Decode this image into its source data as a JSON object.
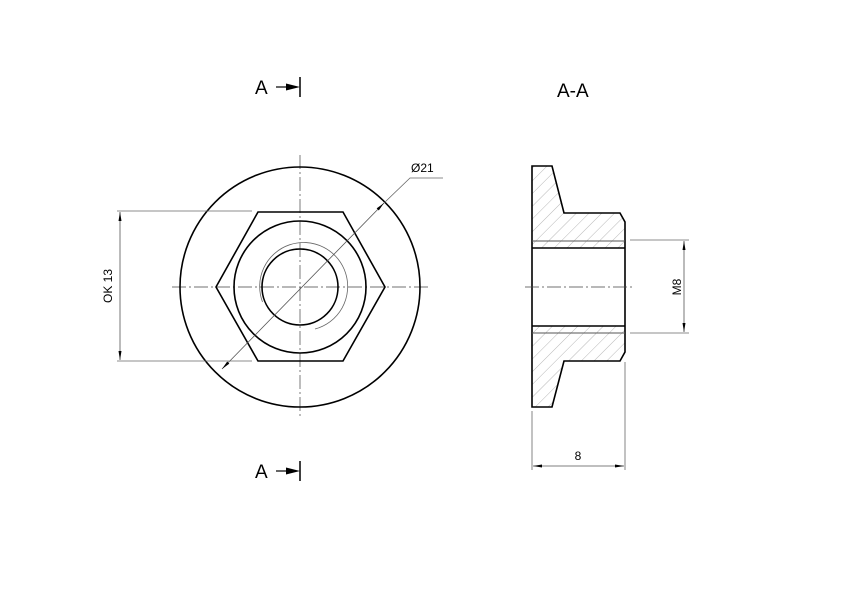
{
  "drawing": {
    "section_marker_top": {
      "letter": "A"
    },
    "section_marker_bottom": {
      "letter": "A"
    },
    "section_title": "A-A",
    "dimensions": {
      "outer_diameter": "Ø21",
      "across_flats": "OK 13",
      "thread": "M8",
      "length": "8"
    }
  },
  "colors": {
    "line": "#000000",
    "dim_line": "#666666",
    "hatch": "#888888",
    "background": "#ffffff"
  }
}
